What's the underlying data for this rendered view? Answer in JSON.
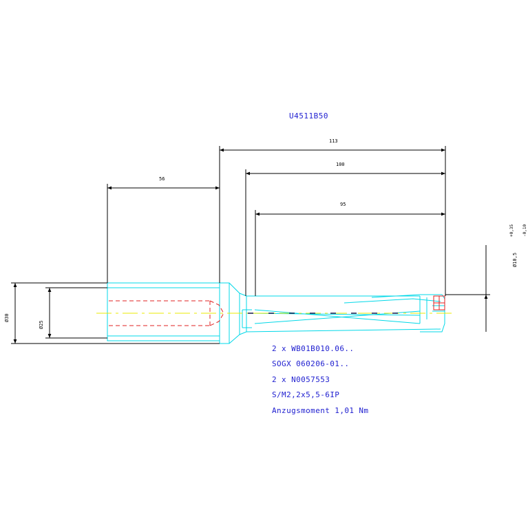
{
  "drawing": {
    "part_number": "U4511B50",
    "dimensions": {
      "overall_length": "113",
      "length_100": "100",
      "length_95": "95",
      "shank_length": "56",
      "shank_diameter": "Ø30",
      "inner_diameter": "Ø25",
      "tip_diameter_base": "Ø10,5",
      "tip_tol_upper": "+0,35",
      "tip_tol_lower": "-0,10"
    },
    "notes": [
      "2 x WB01B010.06..",
      "SOGX 060206-01..",
      "2 x N0057553",
      "S/M2,2x5,5-6IP",
      "Anzugsmoment 1,01 Nm"
    ],
    "colors": {
      "outline": "#00d8e8",
      "dimension": "#000000",
      "hidden": "#e02020",
      "centerline": "#e8e800",
      "text": "#2020d0"
    }
  }
}
